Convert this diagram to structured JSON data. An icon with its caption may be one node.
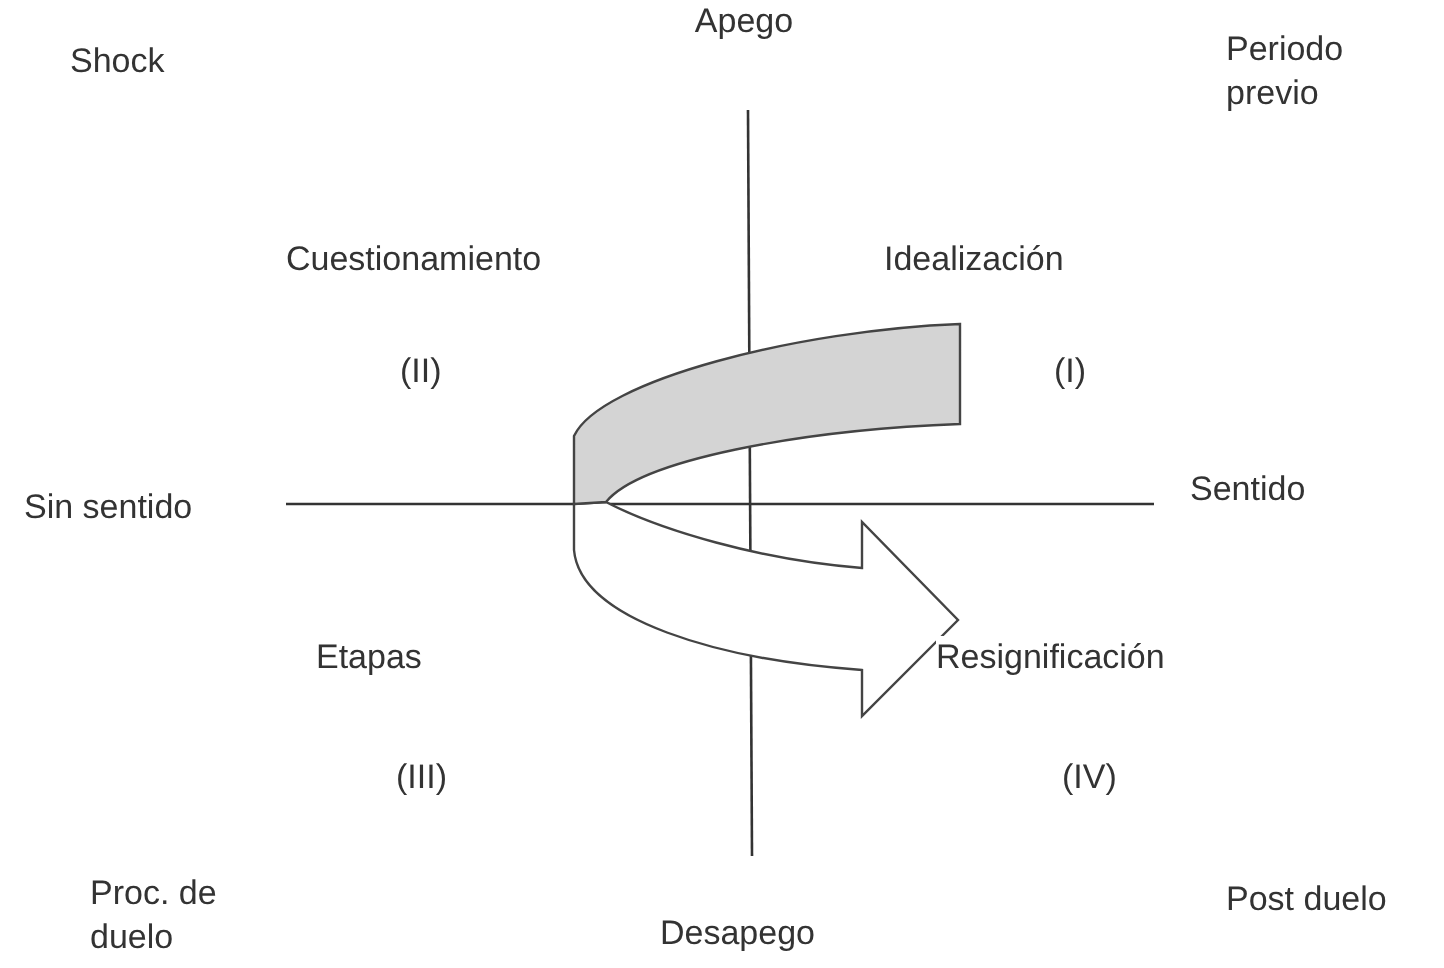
{
  "diagram": {
    "labels": [
      "Apego",
      "Shock",
      "Periodo previo",
      "Cuestionamiento",
      "Idealización",
      "(II)",
      "(I)",
      "Sin sentido",
      "Sentido",
      "Etapas",
      "Resignificación",
      "(III)",
      "(IV)",
      "Proc. de duelo",
      "Desapego",
      "Post duelo"
    ]
  }
}
